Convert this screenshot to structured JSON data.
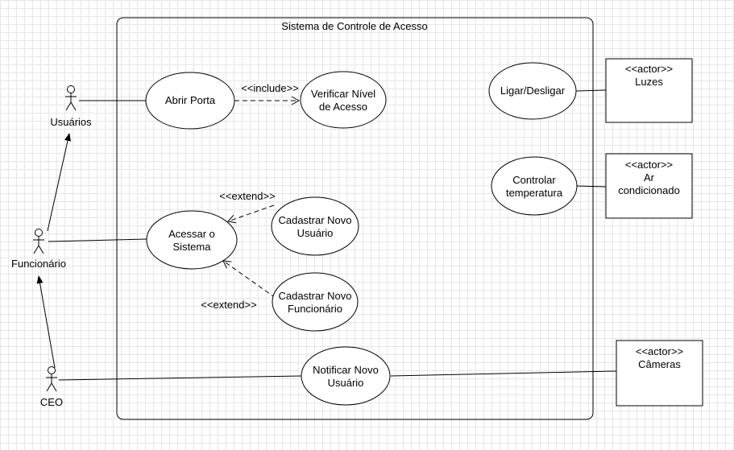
{
  "system": {
    "title": "Sistema de Controle de Acesso"
  },
  "actors": {
    "usuarios": "Usuários",
    "funcionario": "Funcionário",
    "ceo": "CEO"
  },
  "use_cases": {
    "abrir_porta": "Abrir Porta",
    "verificar_nivel": "Verificar Nível de Acesso",
    "acessar_sistema": "Acessar o Sistema",
    "cadastrar_usuario": "Cadastrar Novo Usuário",
    "cadastrar_funcionario": "Cadastrar Novo Funcionário",
    "notificar_usuario": "Notificar Novo Usuário",
    "ligar_desligar": "Ligar/Desligar",
    "controlar_temperatura": "Controlar temperatura"
  },
  "stereotypes": {
    "include": "<<include>>",
    "extend_1": "<<extend>>",
    "extend_2": "<<extend>>",
    "actor": "<<actor>>"
  },
  "external_actors": {
    "luzes": "Luzes",
    "ar": "Ar condicionado",
    "cameras": "Câmeras"
  }
}
